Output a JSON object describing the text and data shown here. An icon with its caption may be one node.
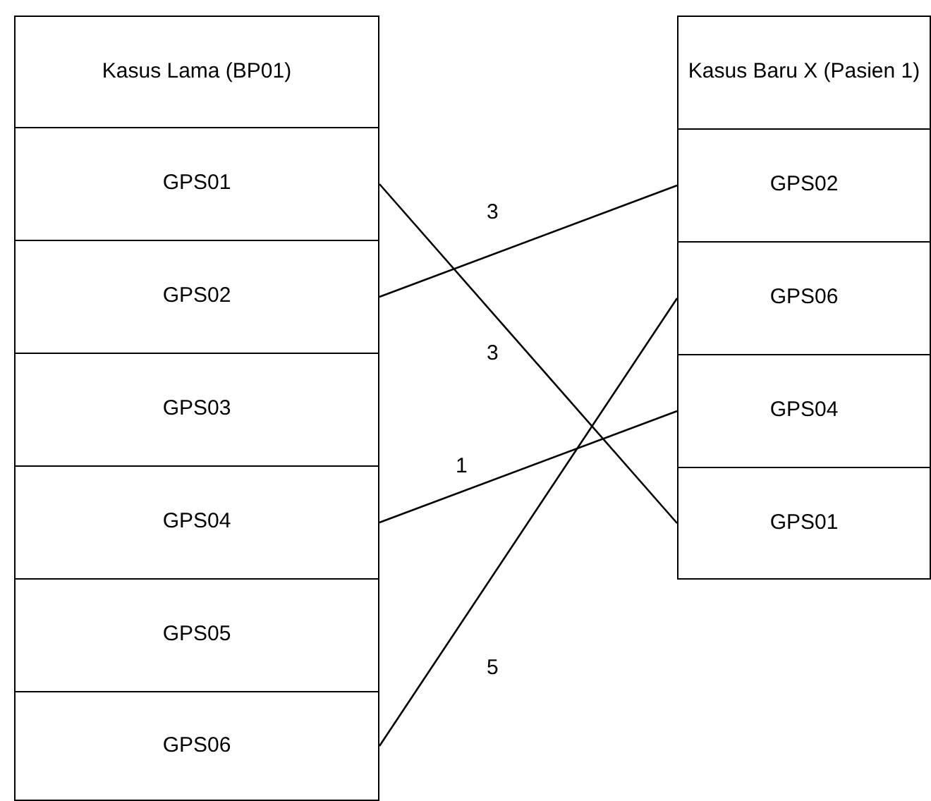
{
  "diagram": {
    "nodes": [
      {
        "text": [
          "Kasus Lama (BP01)"
        ]
      },
      {
        "text": [
          "GPS01"
        ]
      },
      {
        "text": [
          "GPS02"
        ]
      },
      {
        "text": [
          "GPS03"
        ]
      },
      {
        "text": [
          "GPS04"
        ]
      },
      {
        "text": [
          "GPS05"
        ]
      },
      {
        "text": [
          "GPS06"
        ]
      },
      {
        "text": [
          "Kasus Baru X (Pasien 1)"
        ]
      },
      {
        "text": [
          "GPS02"
        ]
      },
      {
        "text": [
          "GPS06"
        ]
      },
      {
        "text": [
          "GPS04"
        ]
      },
      {
        "text": [
          "GPS01"
        ]
      }
    ],
    "edges": [
      {
        "from": 1,
        "to": 11,
        "arrow": "none",
        "label": "3"
      },
      {
        "from": 2,
        "to": 8,
        "arrow": "none",
        "label": "3"
      },
      {
        "from": 4,
        "to": 10,
        "arrow": "none",
        "label": "1"
      },
      {
        "from": 6,
        "to": 9,
        "arrow": "none",
        "label": "5"
      }
    ]
  }
}
